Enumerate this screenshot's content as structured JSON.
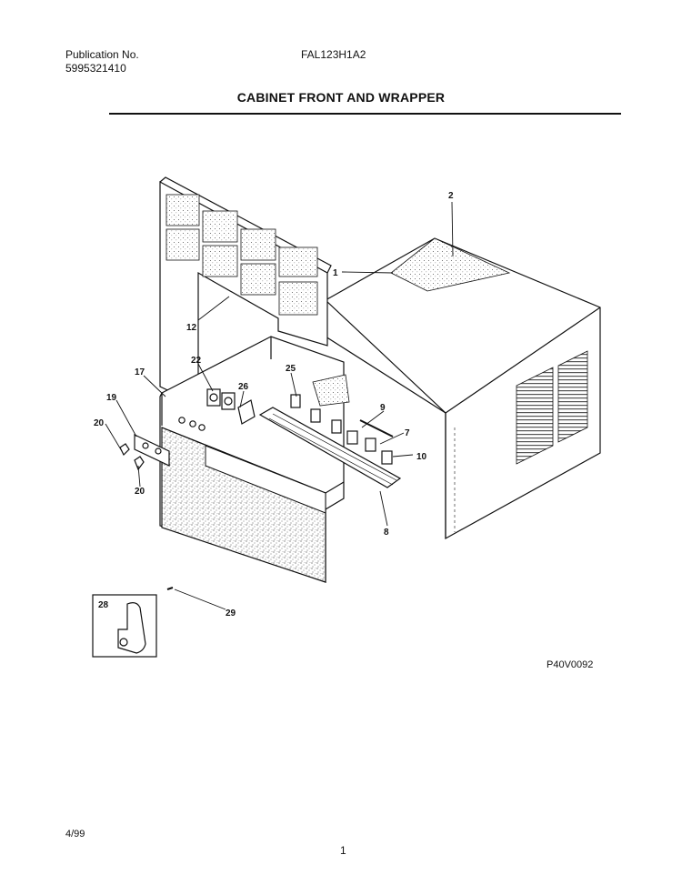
{
  "header": {
    "publication_label": "Publication No.",
    "publication_number": "5995321410",
    "model": "FAL123H1A2",
    "title": "CABINET FRONT AND WRAPPER"
  },
  "diagram": {
    "callouts": [
      "1",
      "2",
      "12",
      "17",
      "19",
      "20",
      "20",
      "22",
      "26",
      "25",
      "9",
      "7",
      "10",
      "8",
      "28",
      "29"
    ],
    "code": "P40V0092"
  },
  "footer": {
    "date": "4/99",
    "page": "1"
  }
}
